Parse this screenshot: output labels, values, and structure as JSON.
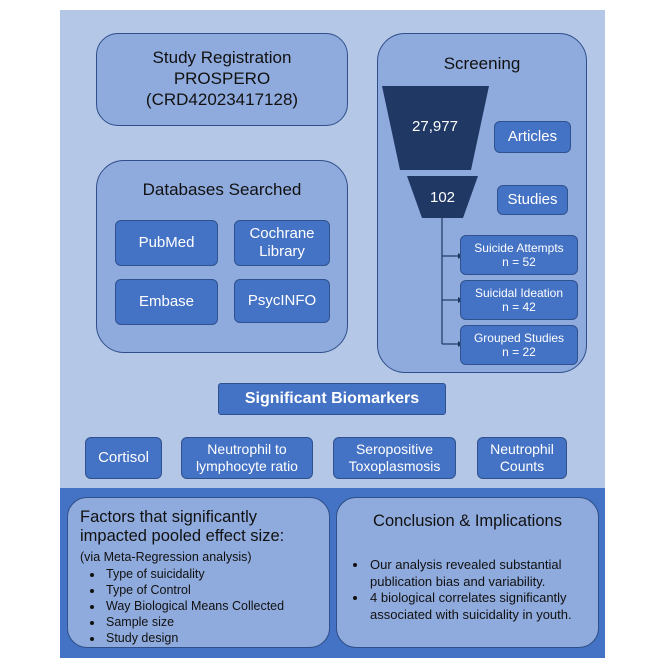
{
  "registration": {
    "line1": "Study Registration",
    "line2": "PROSPERO",
    "line3": "(CRD42023417128)"
  },
  "databases": {
    "title": "Databases Searched",
    "items": [
      "PubMed",
      "Cochrane Library",
      "Embase",
      "PsycINFO"
    ]
  },
  "screening": {
    "title": "Screening",
    "articles_count": "27,977",
    "articles_label": "Articles",
    "studies_count": "102",
    "studies_label": "Studies",
    "breakdown": [
      {
        "label": "Suicide Attempts",
        "n": "n = 52"
      },
      {
        "label": "Suicidal Ideation",
        "n": "n = 42"
      },
      {
        "label": "Grouped Studies",
        "n": "n = 22"
      }
    ]
  },
  "biomarkers": {
    "title": "Significant Biomarkers",
    "items": [
      "Cortisol",
      "Neutrophil to lymphocyte ratio",
      "Seropositive Toxoplasmosis",
      "Neutrophil Counts"
    ]
  },
  "factors": {
    "title": "Factors that significantly impacted pooled effect size:",
    "subtitle": "(via Meta-Regression analysis)",
    "items": [
      "Type of suicidality",
      "Type of Control",
      "Way Biological Means Collected",
      "Sample size",
      "Study design"
    ]
  },
  "conclusion": {
    "title": "Conclusion & Implications",
    "items": [
      "Our analysis revealed substantial publication bias and variability.",
      "4 biological correlates significantly associated with suicidality in youth."
    ]
  },
  "colors": {
    "background": "#b4c7e7",
    "panel": "#8faadc",
    "dark_box": "#4472c4",
    "funnel": "#203864"
  }
}
